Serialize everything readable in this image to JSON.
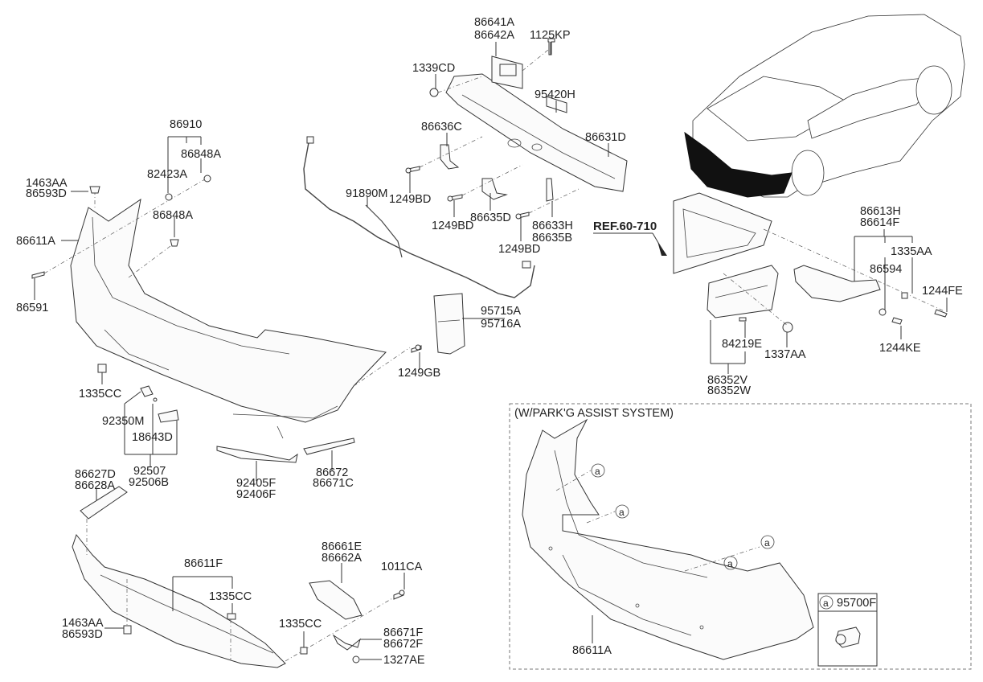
{
  "diagram": {
    "title_ref": "REF.60-710",
    "inset_title": "(W/PARK'G ASSIST SYSTEM)",
    "legend": {
      "marker": "a",
      "part": "95700F"
    },
    "labels": {
      "p86641A": "86641A",
      "p86642A": "86642A",
      "p1125KP": "1125KP",
      "p1339CD": "1339CD",
      "p95420H": "95420H",
      "p86636C": "86636C",
      "p86631D": "86631D",
      "p1249BD_a": "1249BD",
      "p1249BD_b": "1249BD",
      "p1249BD_c": "1249BD",
      "p86635D": "86635D",
      "p86633H": "86633H",
      "p86635B": "86635B",
      "p91890M": "91890M",
      "p95715A": "95715A",
      "p95716A": "95716A",
      "p1249GB": "1249GB",
      "p86910": "86910",
      "p86848A_a": "86848A",
      "p82423A": "82423A",
      "p86848A_b": "86848A",
      "p1463AA_a": "1463AA",
      "p86593D_a": "86593D",
      "p86611A_a": "86611A",
      "p86591": "86591",
      "p1335CC_a": "1335CC",
      "p92350M": "92350M",
      "p18643D": "18643D",
      "p92507": "92507",
      "p92506B": "92506B",
      "p92405F": "92405F",
      "p92406F": "92406F",
      "p86672": "86672",
      "p86671C": "86671C",
      "p86627D": "86627D",
      "p86628A": "86628A",
      "p86611F": "86611F",
      "p1335CC_b": "1335CC",
      "p1463AA_b": "1463AA",
      "p86593D_b": "86593D",
      "p86661E": "86661E",
      "p86662A": "86662A",
      "p1011CA": "1011CA",
      "p1335CC_c": "1335CC",
      "p86671F": "86671F",
      "p86672F": "86672F",
      "p1327AE": "1327AE",
      "p86613H": "86613H",
      "p86614F": "86614F",
      "p1335AA": "1335AA",
      "p86594": "86594",
      "p1244FE": "1244FE",
      "p1244KE": "1244KE",
      "p84219E": "84219E",
      "p1337AA": "1337AA",
      "p86352V": "86352V",
      "p86352W": "86352W",
      "p86611A_b": "86611A",
      "marker_a1": "a",
      "marker_a2": "a",
      "marker_a3": "a",
      "marker_a4": "a"
    }
  }
}
